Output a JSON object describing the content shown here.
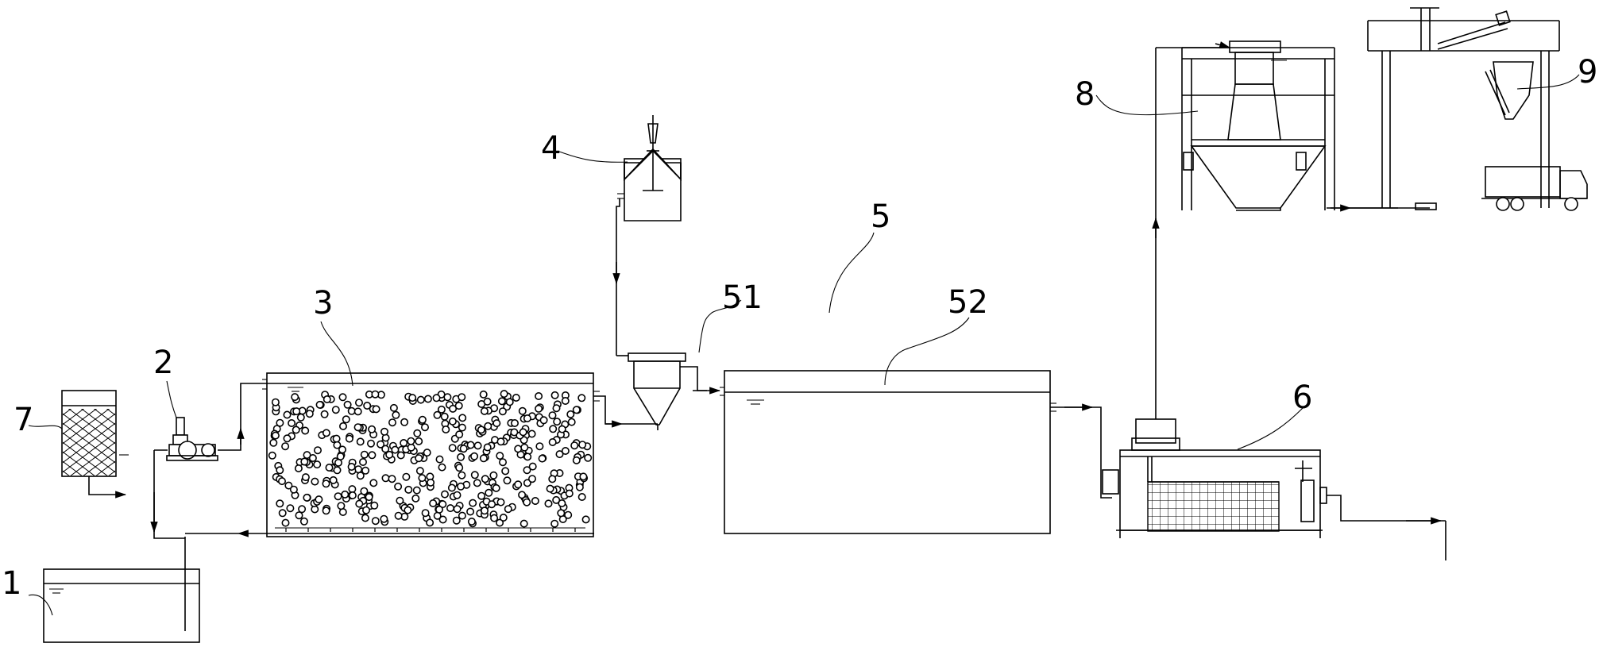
{
  "labels": {
    "tank_1": "1",
    "pump_2": "2",
    "tank_3": "3",
    "dosing_4": "4",
    "system_5": "5",
    "hopper_51": "51",
    "tank_52": "52",
    "press_6": "6",
    "tank_7": "7",
    "dryer_8": "8",
    "silo_9": "9"
  }
}
